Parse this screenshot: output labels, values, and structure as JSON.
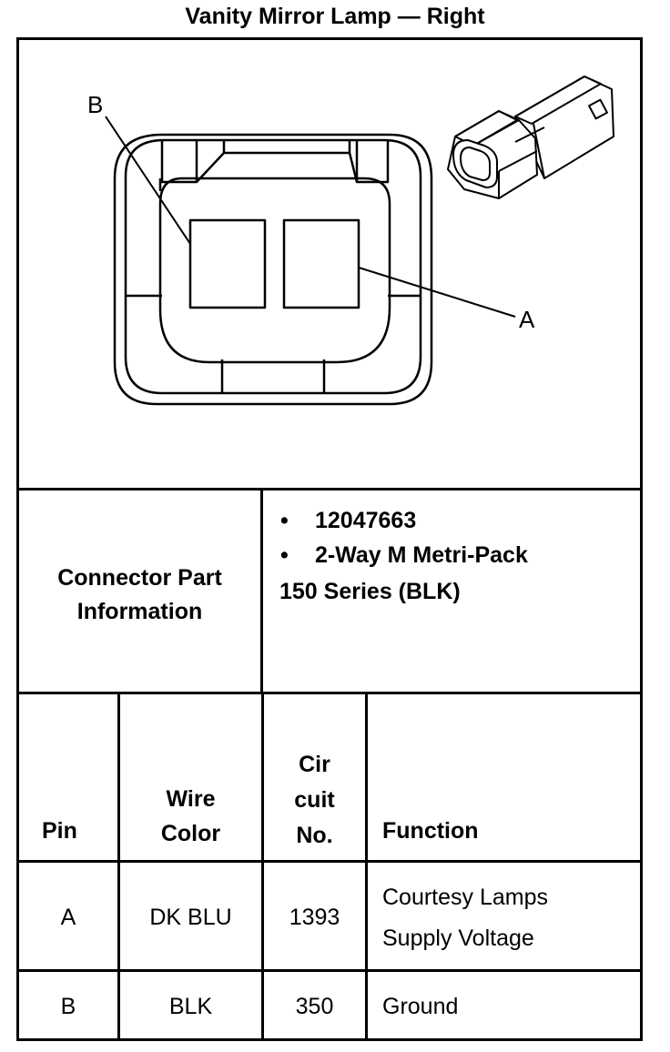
{
  "title": "Vanity Mirror Lamp — Right",
  "diagram": {
    "callout_b": "B",
    "callout_a": "A"
  },
  "connector_info": {
    "label_line1": "Connector Part",
    "label_line2": "Information",
    "bullet": "•",
    "part_number": "12047663",
    "description_line1": "2-Way M Metri-Pack",
    "description_line2": "150 Series (BLK)"
  },
  "table": {
    "headers": {
      "pin": "Pin",
      "wire_color_line1": "Wire",
      "wire_color_line2": "Color",
      "circuit_line1": "Cir",
      "circuit_line2": "cuit",
      "circuit_line3": "No.",
      "function": "Function"
    },
    "rows": [
      {
        "pin": "A",
        "wire_color": "DK BLU",
        "circuit": "1393",
        "function_line1": "Courtesy Lamps",
        "function_line2": "Supply Voltage"
      },
      {
        "pin": "B",
        "wire_color": "BLK",
        "circuit": "350",
        "function_line1": "Ground",
        "function_line2": ""
      }
    ]
  }
}
